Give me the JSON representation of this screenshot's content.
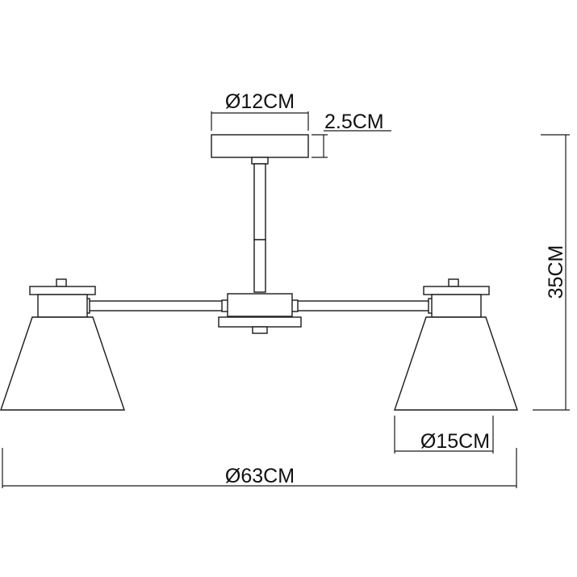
{
  "dimensions": {
    "canopy_diameter": "Ø12CM",
    "canopy_height": "2.5CM",
    "total_height": "35CM",
    "shade_diameter": "Ø15CM",
    "total_width": "Ø63CM"
  },
  "colors": {
    "line": "#1a1a1a",
    "background": "#ffffff"
  }
}
